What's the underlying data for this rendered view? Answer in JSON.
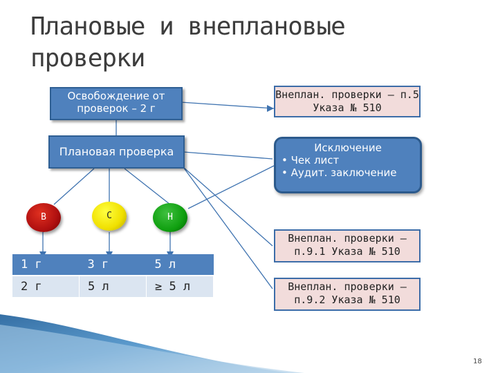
{
  "title": "Плановые и внеплановые проверки",
  "nodes": {
    "exemption": "Освобождение от проверок – 2 г",
    "planned": "Плановая проверка",
    "unplanned_p5": "Внеплан. проверки – п.5 Указа № 510",
    "exception": {
      "heading": "Исключение",
      "items": [
        "Чек лист",
        "Аудит. заключение"
      ]
    },
    "unplanned_p91": "Внеплан. проверки – п.9.1 Указа № 510",
    "unplanned_p92": "Внеплан. проверки – п.9.2 Указа № 510"
  },
  "risk_levels": [
    "В",
    "С",
    "Н"
  ],
  "table": {
    "rows": [
      [
        "1 г",
        "3 г",
        "5 л"
      ],
      [
        "2 г",
        "5 л",
        "≥ 5 л"
      ]
    ]
  },
  "colors": {
    "box_blue": "#4f81bd",
    "box_pink": "#f2dcdb",
    "high": "#c01818",
    "medium": "#f0e000",
    "low": "#10a010"
  },
  "page_number": "18"
}
